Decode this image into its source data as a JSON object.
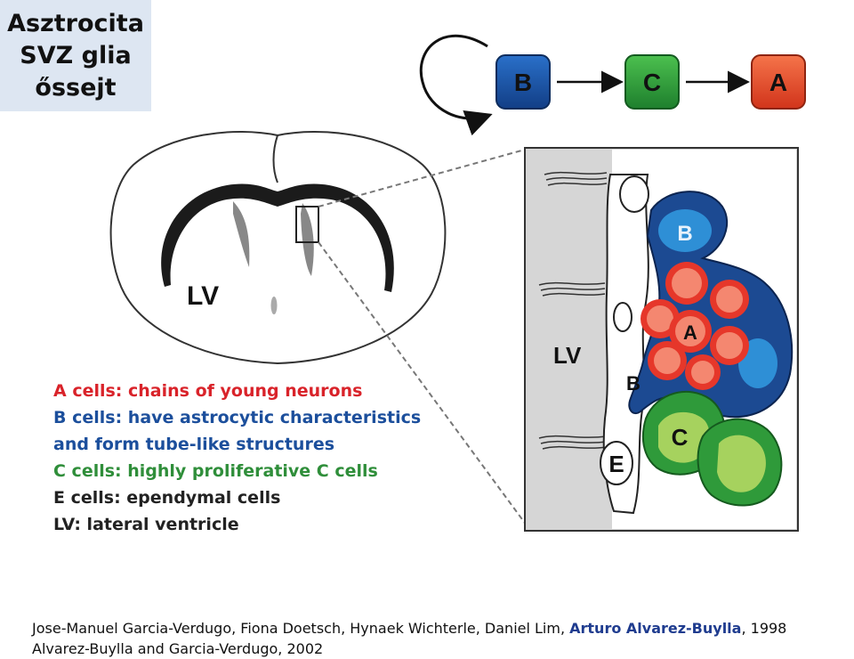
{
  "title": {
    "line1": "Asztrocita",
    "line2": "SVZ glia",
    "line3": "őssejt"
  },
  "lineage": {
    "b": "B",
    "c": "C",
    "a": "A"
  },
  "brain": {
    "lv_label": "LV"
  },
  "zoom": {
    "lv_label": "LV",
    "b_top": "B",
    "a": "A",
    "b_side": "B",
    "c": "C",
    "e": "E"
  },
  "legend": {
    "a_cells": "A cells: chains of young neurons",
    "b_cells_1": "B cells: have astrocytic characteristics",
    "b_cells_2": "and form tube-like structures",
    "c_cells": "C cells: highly proliferative C cells",
    "e_cells": "E cells: ependymal cells",
    "lv": "LV: lateral ventricle"
  },
  "citation": {
    "line1_prefix": "Jose-Manuel Garcia-Verdugo, Fiona Doetsch, Hynaek Wichterle, Daniel Lim, ",
    "line1_highlight": "Arturo Alvarez-Buylla",
    "line1_suffix": ", 1998",
    "line2": "Alvarez-Buylla and Garcia-Verdugo, 2002"
  },
  "colors": {
    "a_red": "#d9232a",
    "b_blue": "#1c4f9c",
    "c_green": "#2f8e3a",
    "e_black": "#222222",
    "highlight_blue": "#1f3c8f",
    "title_bg": "#dde6f2"
  }
}
